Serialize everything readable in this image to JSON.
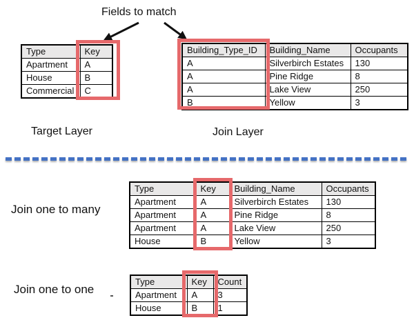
{
  "labels": {
    "fields_to_match": "Fields to match",
    "target_layer": "Target Layer",
    "join_layer": "Join Layer",
    "join_one_to_many": "Join one to many",
    "join_one_to_one": "Join one to one"
  },
  "colors": {
    "highlight_red": "#E6696B",
    "divider_blue": "#4472C4",
    "header_gray": "#E9E8E8"
  },
  "tables": {
    "target": {
      "headers": [
        "Type",
        "Key"
      ],
      "rows": [
        [
          "Apartment",
          "A"
        ],
        [
          "House",
          "B"
        ],
        [
          "Commercial",
          "C"
        ]
      ],
      "highlighted_column": "Key"
    },
    "join": {
      "headers": [
        "Building_Type_ID",
        "Building_Name",
        "Occupants"
      ],
      "rows": [
        [
          "A",
          "Silverbirch Estates",
          "130"
        ],
        [
          "A",
          "Pine Ridge",
          "8"
        ],
        [
          "A",
          "Lake View",
          "250"
        ],
        [
          "B",
          "Yellow",
          "3"
        ]
      ],
      "highlighted_column": "Building_Type_ID"
    },
    "one_to_many": {
      "headers": [
        "Type",
        "Key",
        "Building_Name",
        "Occupants"
      ],
      "rows": [
        [
          "Apartment",
          "A",
          "Silverbirch Estates",
          "130"
        ],
        [
          "Apartment",
          "A",
          "Pine Ridge",
          "8"
        ],
        [
          "Apartment",
          "A",
          "Lake View",
          "250"
        ],
        [
          "House",
          "B",
          "Yellow",
          "3"
        ]
      ],
      "highlighted_column": "Key"
    },
    "one_to_one": {
      "headers": [
        "Type",
        "Key",
        "Count"
      ],
      "rows": [
        [
          "Apartment",
          "A",
          "3"
        ],
        [
          "House",
          "B",
          "1"
        ]
      ],
      "highlighted_column": "Key"
    }
  }
}
